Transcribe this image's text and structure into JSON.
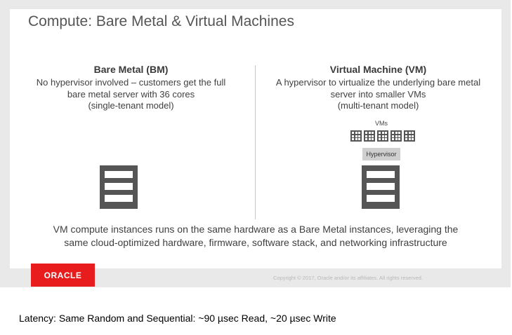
{
  "slide": {
    "title": "Compute: Bare Metal & Virtual Machines",
    "bare_metal": {
      "heading": "Bare Metal (BM)",
      "line1": "No hypervisor involved – customers get the full",
      "line2": "bare metal server with 36 cores",
      "line3": "(single-tenant model)",
      "icon": "server-icon"
    },
    "virtual_machine": {
      "heading": "Virtual Machine (VM)",
      "line1": "A hypervisor to virtualize the underlying bare metal",
      "line2": "server into smaller VMs",
      "line3": "(multi-tenant model)",
      "vms_label": "VMs",
      "vm_count": 5,
      "hypervisor_label": "Hypervisor",
      "icon": "server-icon"
    },
    "bottom_line1": "VM compute instances runs on the same hardware as a Bare Metal instances, leveraging the",
    "bottom_line2": "same cloud-optimized hardware, firmware, software stack, and networking infrastructure",
    "logo_text": "ORACLE",
    "copyright": "Copyright © 2017, Oracle and/or its affiliates. All rights reserved."
  },
  "caption": "Latency: Same Random and Sequential:  ~90 µsec Read, ~20 µsec Write",
  "colors": {
    "brand_red": "#e81c1c",
    "icon_gray": "#555555",
    "frame_gray": "#e9e9e9"
  }
}
